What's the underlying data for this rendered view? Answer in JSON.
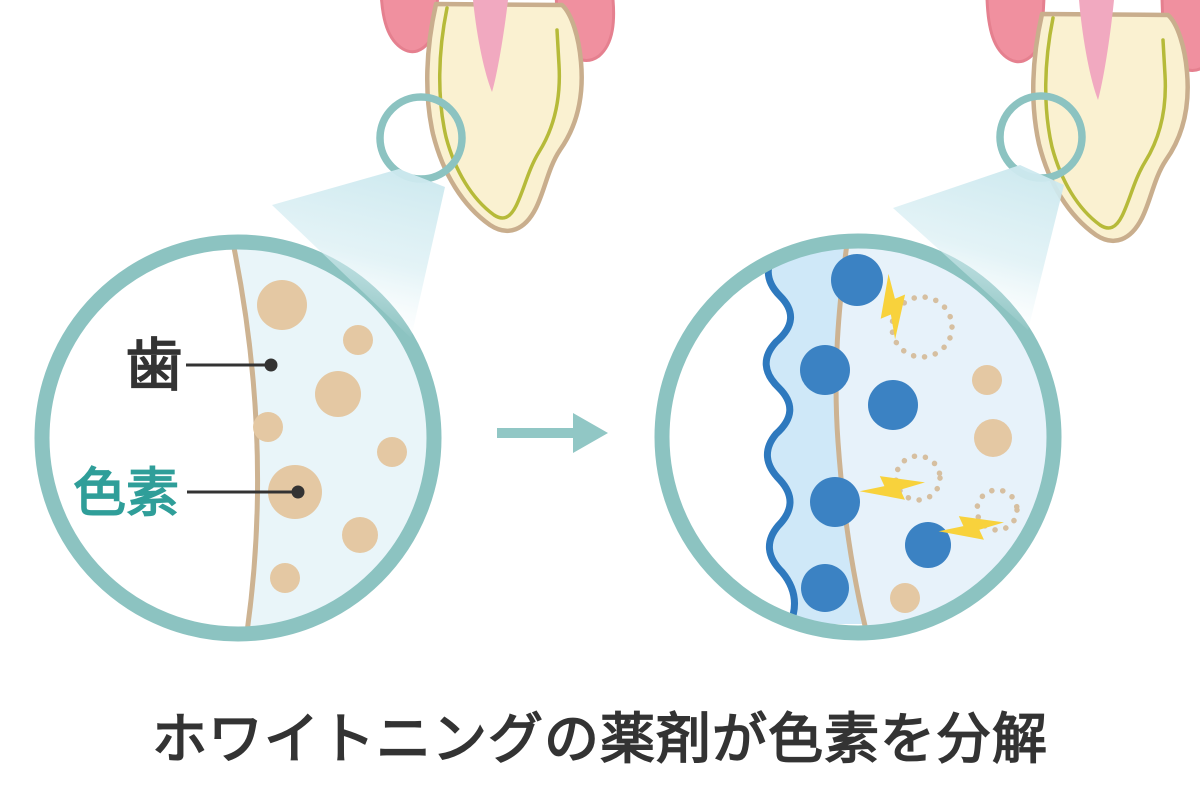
{
  "caption": "ホワイトニングの薬剤が色素を分解",
  "magnified_before": {
    "tooth_label": "歯",
    "pigment_label": "色素"
  },
  "icons": {
    "transition_arrow": "arrow-right-icon",
    "reaction_spark": "lightning-bolt-icon",
    "magnifier": "magnifier-circle-icon"
  },
  "colors": {
    "ring_teal": "#8cc3c1",
    "arrow_teal": "#91c7c5",
    "pigment_tan": "#e4c8a3",
    "surface_line_tan": "#cdb392",
    "agent_blue": "#3b82c3",
    "bolt_yellow": "#f8d23c",
    "pigment_label_teal": "#2f9e99",
    "text_dark": "#333333",
    "gel_fill_blue": "#cfe8f8",
    "gel_outline_blue": "#2e79be",
    "interior_before": "#e9f5f9",
    "interior_after": "#e7f2fa",
    "tooth_cream": "#faf1d1",
    "tooth_outline": "#c9ae8d",
    "enamel_olive": "#b6ba39",
    "gum_pink": "#f0909f",
    "canal_pink": "#f1a9c0"
  }
}
